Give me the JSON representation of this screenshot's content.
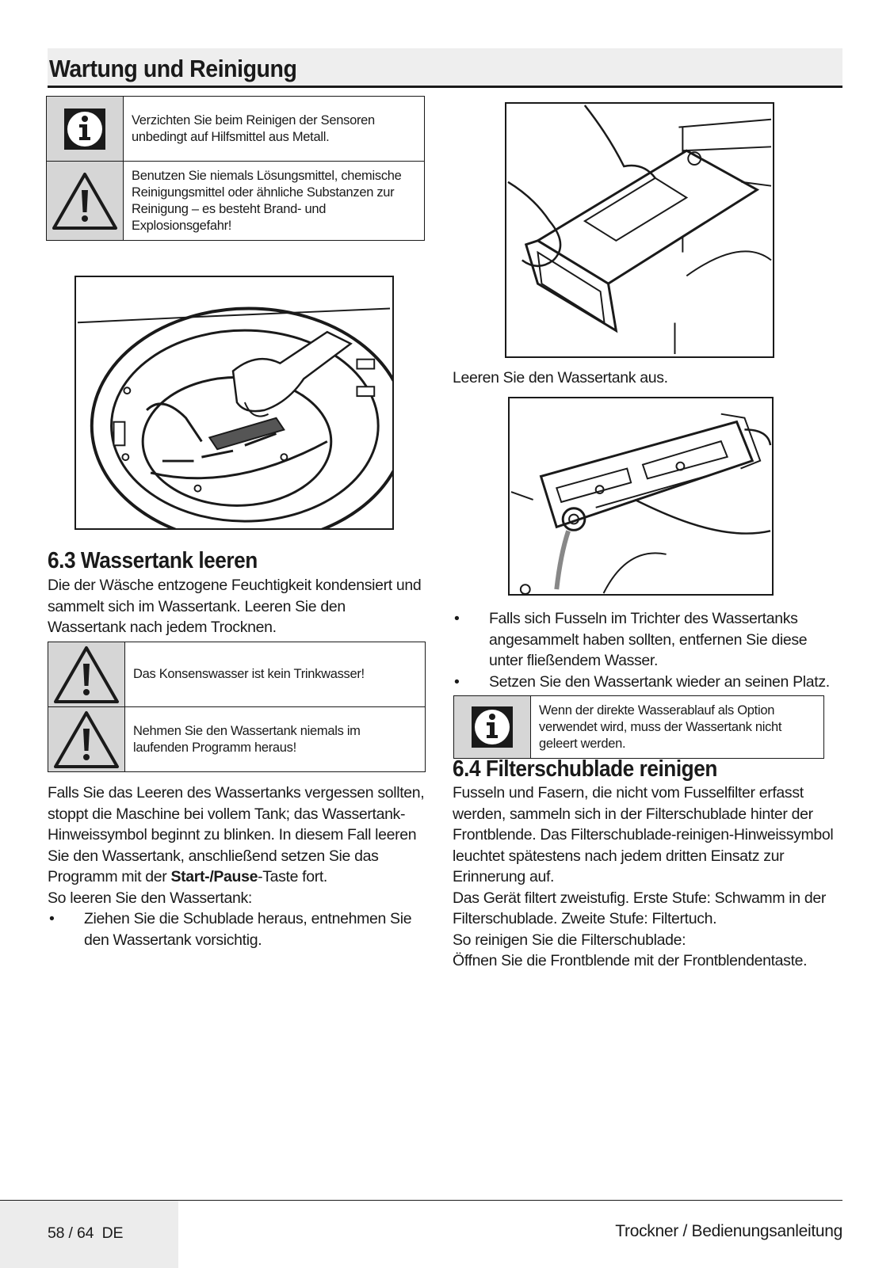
{
  "header": {
    "title": "Wartung und Reinigung"
  },
  "notes_top": [
    {
      "icon": "info-icon",
      "text": "Verzichten Sie beim Reinigen der Sensoren unbedingt auf Hilfsmittel aus Metall."
    },
    {
      "icon": "warning-icon",
      "text": "Benutzen Sie niemals Lösungsmittel, chemische Reinigungsmittel oder ähnliche Substanzen zur Reinigung – es besteht Brand- und Explosionsgefahr!"
    }
  ],
  "section_63": {
    "title": "6.3 Wassertank leeren",
    "intro": "Die der Wäsche entzogene Feuchtigkeit kondensiert und sammelt sich im Wassertank. Leeren Sie den Wassertank nach jedem Trocknen.",
    "warnings": [
      {
        "icon": "warning-icon",
        "text": "Das Konsenswasser ist kein Trinkwasser!"
      },
      {
        "icon": "warning-icon",
        "text": "Nehmen Sie den Wassertank niemals im laufenden Programm heraus!"
      }
    ],
    "body_before": "Falls Sie das Leeren des Wassertanks vergessen sollten, stoppt die Maschine bei vollem Tank; das Wassertank-Hinweissymbol beginnt zu blinken. In diesem Fall leeren Sie den Wassertank, anschließend setzen Sie das Programm mit der ",
    "body_bold": "Start-/Pause",
    "body_after": "-Taste fort.",
    "howto": "So leeren Sie den Wassertank:",
    "bullets": [
      "Ziehen Sie die Schublade heraus, entnehmen Sie den Wassertank vorsichtig."
    ],
    "caption_empty": "Leeren Sie den Wassertank aus.",
    "bullets_right": [
      "Falls sich Fusseln im Trichter des Wassertanks angesammelt haben sollten, entfernen Sie diese unter fließendem Wasser.",
      "Setzen Sie den Wassertank wieder an seinen Platz."
    ],
    "note": {
      "icon": "info-icon",
      "text": "Wenn der direkte Wasserablauf als Option verwendet wird, muss der Wassertank nicht geleert werden."
    }
  },
  "section_64": {
    "title": "6.4 Filterschublade reinigen",
    "paragraphs": [
      "Fusseln und Fasern, die nicht vom Fusselfilter erfasst werden, sammeln sich in der Filterschublade hinter der Frontblende. Das Filterschublade-reinigen-Hinweissymbol leuchtet spätestens nach jedem dritten Einsatz zur Erinnerung auf.",
      "Das Gerät filtert zweistufig. Erste Stufe: Schwamm in der Filterschublade. Zweite Stufe: Filtertuch.",
      "So reinigen Sie die Filterschublade:",
      "Öffnen Sie die Frontblende mit der Frontblendentaste."
    ]
  },
  "bullet_char": "•",
  "footer": {
    "page": "58 / 64  DE",
    "doc": "Trockner / Bedienungsanleitung"
  }
}
